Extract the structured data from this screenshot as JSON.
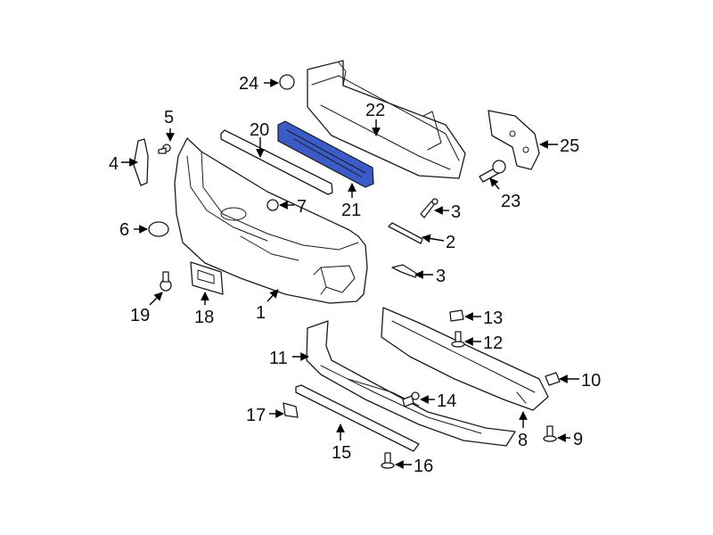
{
  "diagram": {
    "highlight_color": "#3b5bc9",
    "callouts": [
      {
        "id": "c1",
        "label": "1"
      },
      {
        "id": "c2",
        "label": "2"
      },
      {
        "id": "c3a",
        "label": "3"
      },
      {
        "id": "c3b",
        "label": "3"
      },
      {
        "id": "c4",
        "label": "4"
      },
      {
        "id": "c5",
        "label": "5"
      },
      {
        "id": "c6",
        "label": "6"
      },
      {
        "id": "c7",
        "label": "7"
      },
      {
        "id": "c8",
        "label": "8"
      },
      {
        "id": "c9",
        "label": "9"
      },
      {
        "id": "c10",
        "label": "10"
      },
      {
        "id": "c11",
        "label": "11"
      },
      {
        "id": "c12",
        "label": "12"
      },
      {
        "id": "c13",
        "label": "13"
      },
      {
        "id": "c14",
        "label": "14"
      },
      {
        "id": "c15",
        "label": "15"
      },
      {
        "id": "c16",
        "label": "16"
      },
      {
        "id": "c17",
        "label": "17"
      },
      {
        "id": "c18",
        "label": "18"
      },
      {
        "id": "c19",
        "label": "19"
      },
      {
        "id": "c20",
        "label": "20"
      },
      {
        "id": "c21",
        "label": "21"
      },
      {
        "id": "c22",
        "label": "22"
      },
      {
        "id": "c23",
        "label": "23"
      },
      {
        "id": "c24",
        "label": "24"
      },
      {
        "id": "c25",
        "label": "25"
      }
    ]
  }
}
